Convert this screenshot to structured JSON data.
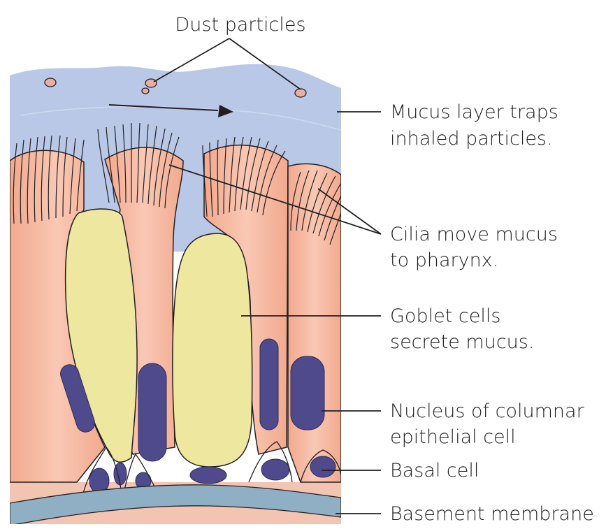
{
  "labels": {
    "dust": "Dust particles",
    "mucus_1": "Mucus layer traps",
    "mucus_2": "inhaled particles.",
    "cilia_1": "Cilia move mucus",
    "cilia_2": "to pharynx.",
    "goblet_1": "Goblet cells",
    "goblet_2": "secrete mucus.",
    "nucleus_1": "Nucleus of columnar",
    "nucleus_2": "epithelial cell",
    "basal": "Basal cell",
    "basement": "Basement membrane"
  },
  "colors": {
    "mucus": "#b8c8e6",
    "columnar_cell": "#f6b8a0",
    "goblet_cell": "#ede7a0",
    "nucleus": "#4f4a8c",
    "basement_membrane": "#8fb0c4",
    "tissue_below": "#f4c4b2",
    "dust": "#e8b0a4"
  }
}
